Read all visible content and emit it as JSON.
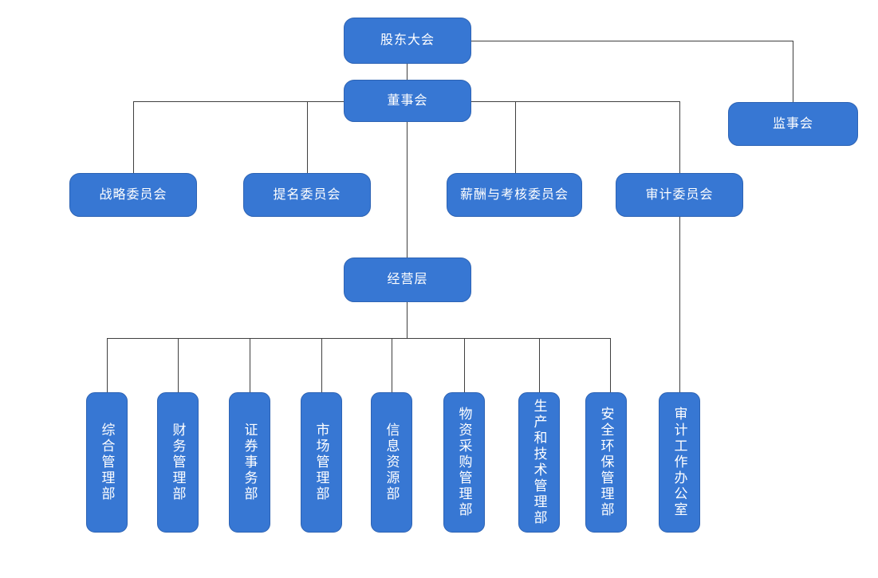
{
  "diagram": {
    "type": "org-chart",
    "palette": {
      "node_fill": "#3777d3",
      "node_border": "#2d63b4",
      "node_text": "#ffffff",
      "connector": "#3f3f3f",
      "background": "#ffffff"
    },
    "nodes": {
      "shareholders": {
        "label": "股东大会"
      },
      "board": {
        "label": "董事会"
      },
      "supervisory": {
        "label": "监事会"
      },
      "strategy": {
        "label": "战略委员会"
      },
      "nomination": {
        "label": "提名委员会"
      },
      "compensation": {
        "label": "薪酬与考核委员会"
      },
      "audit": {
        "label": "审计委员会"
      },
      "management": {
        "label": "经营层"
      },
      "dept_general": {
        "label": "综合管理部"
      },
      "dept_finance": {
        "label": "财务管理部"
      },
      "dept_securities": {
        "label": "证券事务部"
      },
      "dept_market": {
        "label": "市场管理部"
      },
      "dept_info": {
        "label": "信息资源部"
      },
      "dept_procurement": {
        "label": "物资采购管理部"
      },
      "dept_production": {
        "label": "生产和技术管理部"
      },
      "dept_safety": {
        "label": "安全环保管理部"
      },
      "audit_office": {
        "label": "审计工作办公室"
      }
    },
    "edges": [
      {
        "from": "股东大会",
        "to": "董事会"
      },
      {
        "from": "股东大会",
        "to": "监事会"
      },
      {
        "from": "董事会",
        "to": "战略委员会"
      },
      {
        "from": "董事会",
        "to": "提名委员会"
      },
      {
        "from": "董事会",
        "to": "薪酬与考核委员会"
      },
      {
        "from": "董事会",
        "to": "审计委员会"
      },
      {
        "from": "董事会",
        "to": "经营层"
      },
      {
        "from": "经营层",
        "to": "综合管理部"
      },
      {
        "from": "经营层",
        "to": "财务管理部"
      },
      {
        "from": "经营层",
        "to": "证券事务部"
      },
      {
        "from": "经营层",
        "to": "市场管理部"
      },
      {
        "from": "经营层",
        "to": "信息资源部"
      },
      {
        "from": "经营层",
        "to": "物资采购管理部"
      },
      {
        "from": "经营层",
        "to": "生产和技术管理部"
      },
      {
        "from": "经营层",
        "to": "安全环保管理部"
      },
      {
        "from": "审计委员会",
        "to": "审计工作办公室"
      }
    ]
  }
}
